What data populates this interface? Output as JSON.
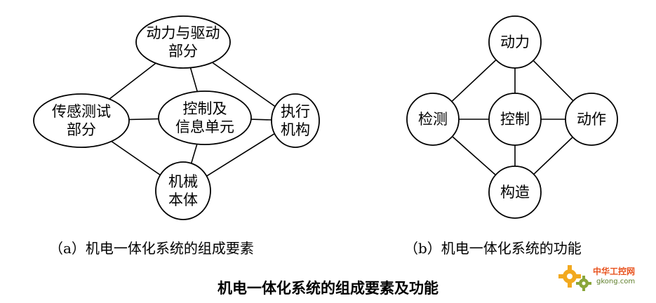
{
  "diagram_a": {
    "nodes": [
      {
        "id": "power",
        "lines": [
          "动力与驱动",
          "部分"
        ]
      },
      {
        "id": "sensing",
        "lines": [
          "传感测试",
          "部分"
        ]
      },
      {
        "id": "control",
        "lines": [
          "控制及",
          "信息单元"
        ]
      },
      {
        "id": "actuator",
        "lines": [
          "执行",
          "机构"
        ]
      },
      {
        "id": "body",
        "lines": [
          "机械",
          "本体"
        ]
      }
    ],
    "edges": [
      [
        "power",
        "sensing"
      ],
      [
        "power",
        "control"
      ],
      [
        "power",
        "actuator"
      ],
      [
        "sensing",
        "control"
      ],
      [
        "sensing",
        "body"
      ],
      [
        "control",
        "actuator"
      ],
      [
        "control",
        "body"
      ],
      [
        "actuator",
        "body"
      ]
    ],
    "caption": "（a）机电一体化系统的组成要素"
  },
  "diagram_b": {
    "nodes": [
      {
        "id": "power",
        "lines": [
          "动力"
        ]
      },
      {
        "id": "detect",
        "lines": [
          "检测"
        ]
      },
      {
        "id": "control",
        "lines": [
          "控制"
        ]
      },
      {
        "id": "action",
        "lines": [
          "动作"
        ]
      },
      {
        "id": "structure",
        "lines": [
          "构造"
        ]
      }
    ],
    "edges": [
      [
        "power",
        "detect"
      ],
      [
        "power",
        "control"
      ],
      [
        "power",
        "action"
      ],
      [
        "detect",
        "control"
      ],
      [
        "control",
        "action"
      ],
      [
        "control",
        "structure"
      ],
      [
        "detect",
        "structure"
      ],
      [
        "action",
        "structure"
      ]
    ],
    "caption": "（b）机电一体化系统的功能"
  },
  "title": "机电一体化系统的组成要素及功能",
  "watermark": {
    "name": "中华工控网",
    "url": "gkong.com",
    "colors": [
      "#e8531f",
      "#f2a91f",
      "#5e7e2a"
    ]
  }
}
